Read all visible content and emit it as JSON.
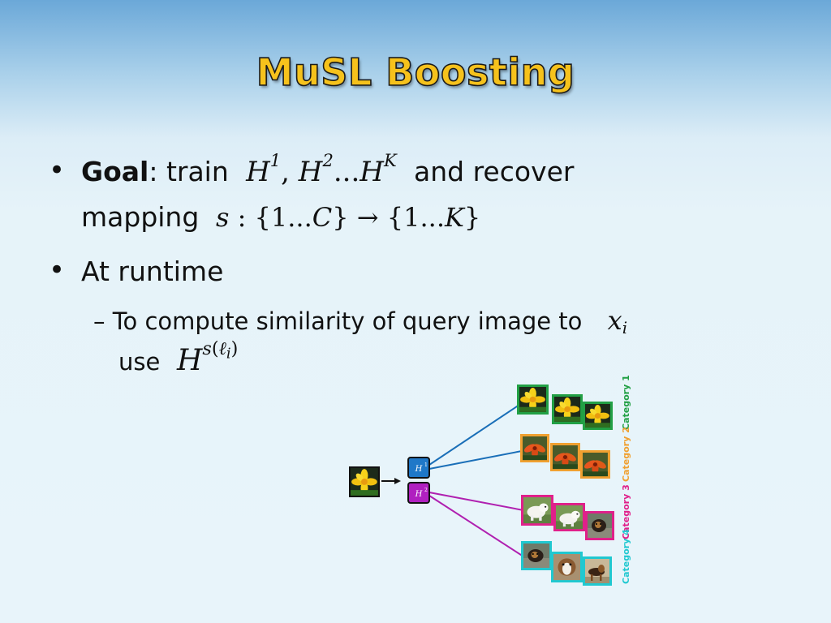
{
  "slide": {
    "title": "MuSL Boosting",
    "bullet1": {
      "bold": "Goal",
      "text1": ": train ",
      "text2": "and recover",
      "text3": "mapping"
    },
    "bullet2": {
      "text": "At runtime"
    },
    "sub_bullet": {
      "dash": "–",
      "text1": "To compute similarity of query image to",
      "text2": "use"
    }
  },
  "diagram": {
    "classifier_1": "H",
    "classifier_1_sup": "1",
    "classifier_2": "H",
    "classifier_2_sup": "2",
    "categories": [
      {
        "label": "Category 1",
        "color": "#22a045"
      },
      {
        "label": "Category 2",
        "color": "#f0a030"
      },
      {
        "label": "Category 3",
        "color": "#e0208a"
      },
      {
        "label": "Category 4",
        "color": "#20c8d0"
      }
    ],
    "line_color_h1": "#1a6fb8",
    "line_color_h2": "#b020b0"
  }
}
